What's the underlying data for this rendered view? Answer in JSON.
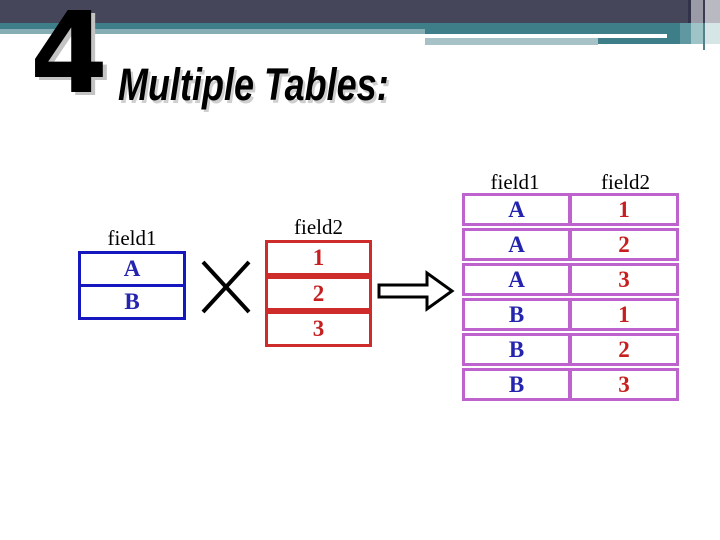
{
  "slide": {
    "number": "4",
    "title": "Multiple Tables:"
  },
  "colors": {
    "header_dark_bar": "#46465a",
    "header_teal_bar": "#3e7e89",
    "table1_blue": "#1717c0",
    "table1_text_blue": "#2424ae",
    "table2_red": "#ce2b2b",
    "table2_text_red": "#c61f1f",
    "result_purple": "#be63ce"
  },
  "diagram": {
    "table1": {
      "label": "field1",
      "rows": [
        "A",
        "B"
      ]
    },
    "operator_icon": "cross-product-icon",
    "table2": {
      "label": "field2",
      "rows": [
        "1",
        "2",
        "3"
      ]
    },
    "arrow_icon": "right-arrow-icon",
    "result": {
      "columns": [
        "field1",
        "field2"
      ],
      "rows": [
        [
          "A",
          "1"
        ],
        [
          "A",
          "2"
        ],
        [
          "A",
          "3"
        ],
        [
          "B",
          "1"
        ],
        [
          "B",
          "2"
        ],
        [
          "B",
          "3"
        ]
      ]
    }
  }
}
